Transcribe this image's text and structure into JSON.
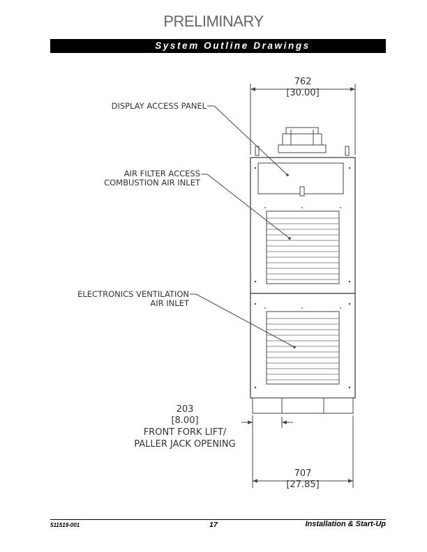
{
  "watermark": "PRELIMINARY",
  "section_title": "System Outline Drawings",
  "drawing": {
    "labels": {
      "display_panel": "DISPLAY ACCESS PANEL",
      "air_filter_1": "AIR FILTER ACCESS",
      "air_filter_2": "COMBUSTION AIR INLET",
      "electronics_1": "ELECTRONICS VENTILATION",
      "electronics_2": "AIR INLET",
      "fork_1": "FRONT FORK LIFT/",
      "fork_2": "PALLER JACK OPENING"
    },
    "dimensions": {
      "overall_width_mm": "762",
      "overall_width_in": "[30.00]",
      "fork_opening_mm": "203",
      "fork_opening_in": "[8.00]",
      "base_width_mm": "707",
      "base_width_in": "[27.85]"
    }
  },
  "footer": {
    "doc_number": "511519-001",
    "page_number": "17",
    "section": "Installation & Start-Up"
  }
}
